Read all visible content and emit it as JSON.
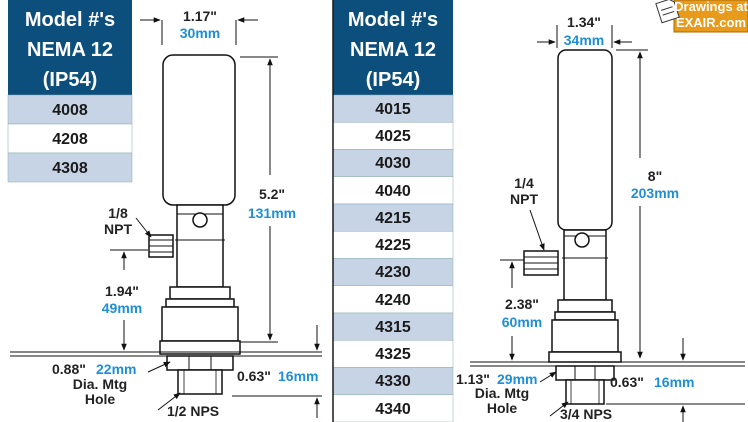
{
  "left_table": {
    "header": [
      "Model #'s",
      "NEMA 12",
      "(IP54)"
    ],
    "models": [
      "4008",
      "4208",
      "4308"
    ]
  },
  "right_table": {
    "header": [
      "Model #'s",
      "NEMA 12",
      "(IP54)"
    ],
    "models": [
      "4015",
      "4025",
      "4030",
      "4040",
      "4215",
      "4225",
      "4230",
      "4240",
      "4315",
      "4325",
      "4330",
      "4340"
    ]
  },
  "left_diagram": {
    "width_in": "1.17\"",
    "width_mm": "30mm",
    "height_in": "5.2\"",
    "height_mm": "131mm",
    "npt": [
      "1/8",
      "NPT"
    ],
    "base_in": "1.94\"",
    "base_mm": "49mm",
    "hole_in": "0.88\"",
    "hole_mm": "22mm",
    "hole_label": [
      "Dia. Mtg",
      "Hole"
    ],
    "thread_in": "0.63\"",
    "thread_mm": "16mm",
    "nps": "1/2 NPS"
  },
  "right_diagram": {
    "width_in": "1.34\"",
    "width_mm": "34mm",
    "height_in": "8\"",
    "height_mm": "203mm",
    "npt": [
      "1/4",
      "NPT"
    ],
    "base_in": "2.38\"",
    "base_mm": "60mm",
    "hole_in": "1.13\"",
    "hole_mm": "29mm",
    "hole_label": [
      "Dia. Mtg",
      "Hole"
    ],
    "thread_in": "0.63\"",
    "thread_mm": "16mm",
    "nps": "3/4 NPS"
  },
  "badge": [
    "Drawings at",
    "EXAIR.com"
  ],
  "colors": {
    "header_bg": "#0d4f7c",
    "stripe": "#c7d4e6",
    "mm_text": "#1e8fd6"
  }
}
